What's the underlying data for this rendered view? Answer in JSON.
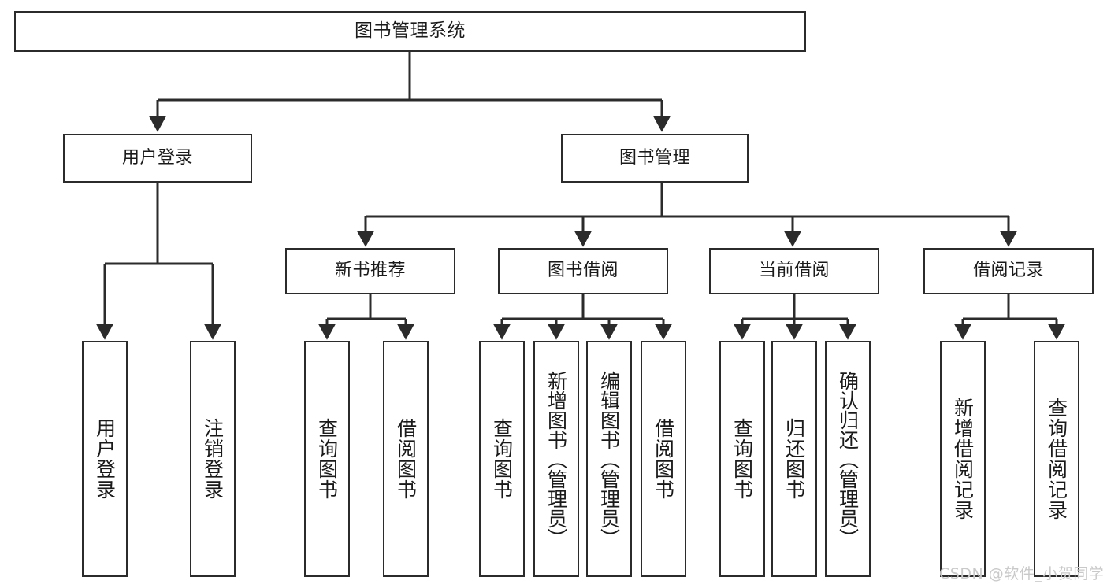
{
  "diagram": {
    "title": "图书管理系统",
    "type": "hierarchy-tree",
    "stroke_color": "#2b2b2b",
    "fill_color": "#ffffff",
    "text_color": "#1a1a1a",
    "watermark": "CSDN @软件_小贺同学",
    "nodes": {
      "root": {
        "label": "图书管理系统"
      },
      "level2": [
        {
          "id": "user-login",
          "label": "用户登录"
        },
        {
          "id": "book-manage",
          "label": "图书管理"
        }
      ],
      "level3": [
        {
          "id": "new-book-recommend",
          "label": "新书推荐"
        },
        {
          "id": "book-borrow",
          "label": "图书借阅"
        },
        {
          "id": "current-borrow",
          "label": "当前借阅"
        },
        {
          "id": "borrow-record",
          "label": "借阅记录"
        }
      ],
      "leaves": {
        "user_login": [
          {
            "id": "leaf-user-login",
            "label": "用户登录"
          },
          {
            "id": "leaf-logout-login",
            "label": "注销登录"
          }
        ],
        "new_book_recommend": [
          {
            "id": "leaf-query-book-1",
            "label": "查询图书"
          },
          {
            "id": "leaf-borrow-book-1",
            "label": "借阅图书"
          }
        ],
        "book_borrow": [
          {
            "id": "leaf-query-book-2",
            "label": "查询图书"
          },
          {
            "id": "leaf-add-book",
            "label": "新增图书（管理员）"
          },
          {
            "id": "leaf-edit-book",
            "label": "编辑图书（管理员）"
          },
          {
            "id": "leaf-borrow-book-2",
            "label": "借阅图书"
          }
        ],
        "current_borrow": [
          {
            "id": "leaf-query-book-3",
            "label": "查询图书"
          },
          {
            "id": "leaf-return-book",
            "label": "归还图书"
          },
          {
            "id": "leaf-confirm-return",
            "label": "确认归还（管理员）"
          }
        ],
        "borrow_record": [
          {
            "id": "leaf-add-record",
            "label": "新增借阅记录"
          },
          {
            "id": "leaf-query-record",
            "label": "查询借阅记录"
          }
        ]
      }
    }
  }
}
